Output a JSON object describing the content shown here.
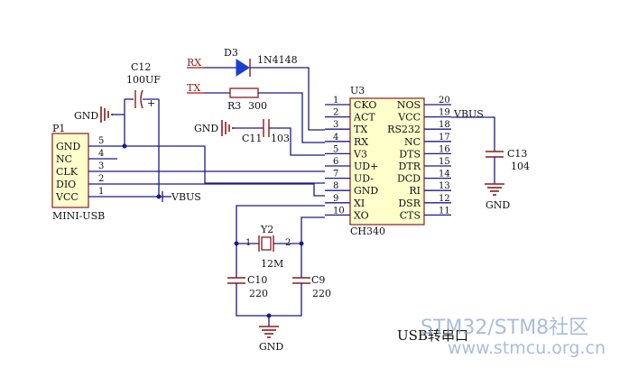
{
  "title": "USB转串口",
  "watermark": {
    "line1": "STM32/STM8社区",
    "line2": "www.stmcu.org.cn"
  },
  "power": {
    "vbus": "VBUS",
    "gnd": "GND"
  },
  "signals": {
    "rx": "RX",
    "tx": "TX"
  },
  "p1": {
    "ref": "P1",
    "value": "MINI-USB",
    "pins": [
      {
        "name": "GND",
        "num": "5"
      },
      {
        "name": "NC",
        "num": "4"
      },
      {
        "name": "CLK",
        "num": "3"
      },
      {
        "name": "DIO",
        "num": "2"
      },
      {
        "name": "VCC",
        "num": "1"
      }
    ]
  },
  "d3": {
    "ref": "D3",
    "value": "1N4148"
  },
  "r3": {
    "ref": "R3",
    "value": "300"
  },
  "c11": {
    "ref": "C11",
    "value": "103"
  },
  "c12": {
    "ref": "C12",
    "value": "100UF",
    "plus": "+"
  },
  "c13": {
    "ref": "C13",
    "value": "104"
  },
  "c9": {
    "ref": "C9",
    "value": "220"
  },
  "c10": {
    "ref": "C10",
    "value": "220"
  },
  "y2": {
    "ref": "Y2",
    "value": "12M",
    "pin1": "1",
    "pin2": "2"
  },
  "u3": {
    "ref": "U3",
    "value": "CH340",
    "left": [
      {
        "num": "1",
        "name": "CKO"
      },
      {
        "num": "2",
        "name": "ACT"
      },
      {
        "num": "3",
        "name": "TX"
      },
      {
        "num": "4",
        "name": "RX"
      },
      {
        "num": "5",
        "name": "V3"
      },
      {
        "num": "6",
        "name": "UD+"
      },
      {
        "num": "7",
        "name": "UD-"
      },
      {
        "num": "8",
        "name": "GND"
      },
      {
        "num": "9",
        "name": "XI"
      },
      {
        "num": "10",
        "name": "XO"
      }
    ],
    "right": [
      {
        "num": "20",
        "name": "NOS"
      },
      {
        "num": "19",
        "name": "VCC"
      },
      {
        "num": "18",
        "name": "RS232"
      },
      {
        "num": "17",
        "name": "NC"
      },
      {
        "num": "16",
        "name": "DTS"
      },
      {
        "num": "15",
        "name": "DTR"
      },
      {
        "num": "14",
        "name": "DCD"
      },
      {
        "num": "13",
        "name": "RI"
      },
      {
        "num": "12",
        "name": "DSR"
      },
      {
        "num": "11",
        "name": "CTS"
      }
    ]
  }
}
